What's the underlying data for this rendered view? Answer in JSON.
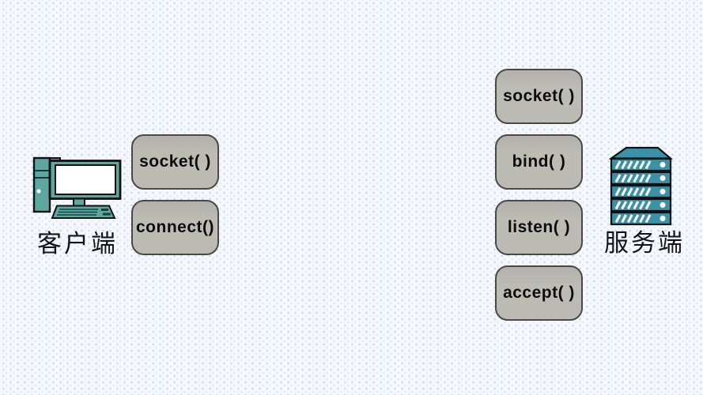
{
  "client": {
    "label": "客户端",
    "icon": "desktop-computer-icon",
    "boxes": [
      {
        "label": "socket( )"
      },
      {
        "label": "connect()"
      }
    ]
  },
  "server": {
    "label": "服务端",
    "icon": "server-rack-icon",
    "boxes": [
      {
        "label": "socket( )"
      },
      {
        "label": "bind( )"
      },
      {
        "label": "listen( )"
      },
      {
        "label": "accept( )"
      }
    ]
  },
  "colors": {
    "background_base": "#f5f8fe",
    "background_dot": "#ccd8f3",
    "box_fill": "#b9b9b2",
    "box_border": "#4a4a45",
    "box_text": "#0d0d0d",
    "computer_teal": "#5ca8a1",
    "server_teal": "#3b92a6",
    "label_text": "#141414"
  }
}
